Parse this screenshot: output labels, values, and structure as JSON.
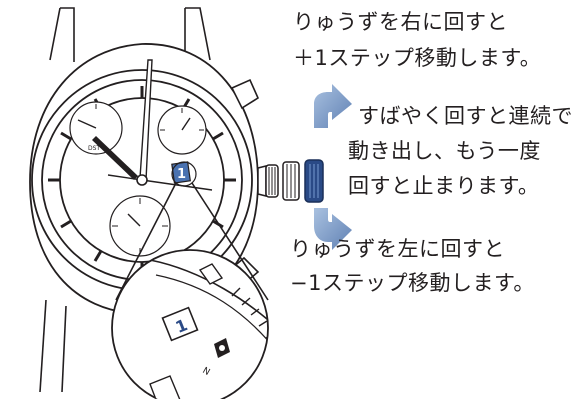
{
  "instructions": {
    "turn_right": [
      "りゅうずを右に回すと",
      "＋1ステップ移動します。"
    ],
    "turn_fast": [
      "すばやく回すと連続で",
      "動き出し、もう一度",
      "回すと止まります。"
    ],
    "turn_left": [
      "りゅうずを左に回すと",
      "−1ステップ移動します。"
    ]
  },
  "watch": {
    "date_value": "1",
    "zoom_date_value": "1",
    "subdial_label": "DST",
    "zoom_letter": "N"
  },
  "colors": {
    "accent_blue": "#6d8fbf",
    "crown_blue": "#2a4a86",
    "line": "#231f20",
    "date_fill": "#4a72b0"
  },
  "icons": [
    "crown-icon",
    "rotate-up-arrow-icon",
    "rotate-down-arrow-icon"
  ]
}
